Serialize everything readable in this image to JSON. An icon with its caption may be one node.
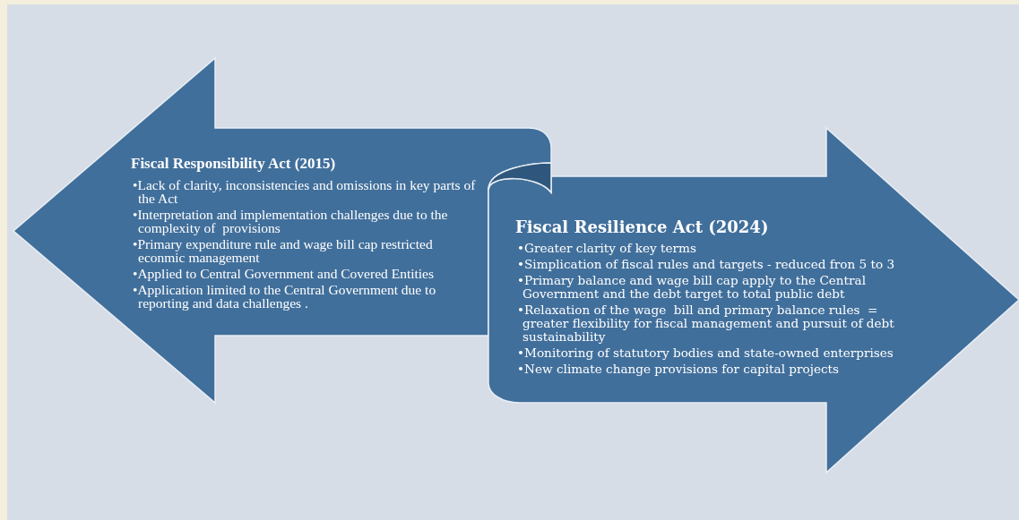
{
  "diagram": {
    "nodes": [
      {
        "text": [
          "Fiscal Responsibility Act (2015)",
          "•Lack of clarity, inconsistencies and omissions in key parts of the Act",
          "•Interpretation and implementation challenges due to the complexity of  provisions",
          "•Primary expenditure rule and wage bill cap restricted econmic management",
          "•Applied to Central Government and Covered Entities",
          "•Application limited to the Central Government due to reporting and data challenges ."
        ]
      },
      {
        "text": [
          "Fiscal Resilience Act (2024)",
          "•Greater clarity of key terms",
          "•Simplication of fiscal rules and targets - reduced fron 5 to 3",
          "•Primary balance and wage bill cap apply to the Central Government and the debt target to total public debt",
          "•Relaxation of the wage  bill and primary balance rules  = greater flexibility for fiscal management and pursuit of debt sustainability",
          "•Monitoring of statutory bodies and state-owned enterprises",
          "•New climate change provisions for capital projects"
        ]
      }
    ]
  }
}
